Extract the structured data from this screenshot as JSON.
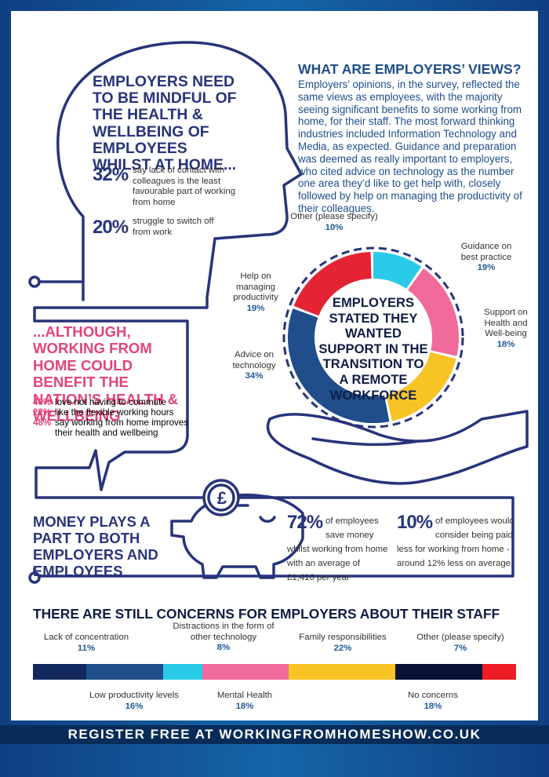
{
  "head_section": {
    "heading": "EMPLOYERS NEED TO BE MINDFUL OF THE HEALTH & WELLBEING OF EMPLOYEES WHILST AT HOME...",
    "stat1_pct": "32%",
    "stat1_text": "say lack of contact with colleagues is the least favourable part of working from home",
    "stat2_pct": "20%",
    "stat2_text": "struggle to switch off from work"
  },
  "views": {
    "heading": "WHAT ARE EMPLOYERS’ VIEWS?",
    "body": "Employers’ opinions, in the survey, reflected the same views as employees, with the majority seeing significant benefits to some working from home, for their staff. The most forward thinking industries included Information Technology and Media, as expected. Guidance and preparation was deemed as really important to employers, who cited advice on technology as the number one area they’d like to get help with, closely followed by help on managing the productivity of their colleagues."
  },
  "health": {
    "heading": "...ALTHOUGH, WORKING FROM HOME COULD BENEFIT THE NATION’S HEALTH & WELLBEING",
    "items": [
      {
        "pct": "40%",
        "text": "love not having to commute"
      },
      {
        "pct": "22%",
        "text": "like the flexible working hours"
      },
      {
        "pct": "48%",
        "text": "say working from home improves their health and wellbeing"
      }
    ]
  },
  "donut": {
    "center_text": "EMPLOYERS STATED THEY WANTED SUPPORT IN THE TRANSITION TO A REMOTE WORKFORCE",
    "labels": [
      {
        "label": "Other (please specify)",
        "pct": "10%"
      },
      {
        "label": "Guidance on best practice",
        "pct": "19%"
      },
      {
        "label": "Support on Health and Well-being",
        "pct": "18%"
      },
      {
        "label": "Advice on technology",
        "pct": "34%"
      },
      {
        "label": "Help on managing productivity",
        "pct": "19%"
      }
    ]
  },
  "chart_data": [
    {
      "type": "pie",
      "title": "",
      "categories": [
        "Other (please specify)",
        "Guidance on best practice",
        "Support on Health and Well-being",
        "Advice on technology",
        "Help on managing productivity"
      ],
      "values": [
        10,
        19,
        18,
        34,
        19
      ],
      "colors": [
        "#29cbe8",
        "#f06b9c",
        "#f7c325",
        "#1f4e8a",
        "#e42335"
      ]
    },
    {
      "type": "bar",
      "stacked": true,
      "title": "THERE ARE STILL CONCERNS FOR EMPLOYERS ABOUT THEIR STAFF",
      "categories": [
        "Lack of concentration",
        "Low productivity levels",
        "Distractions in the form of other technology",
        "Mental Health",
        "Family responsibilities",
        "No concerns",
        "Other (please specify)"
      ],
      "values": [
        11,
        16,
        8,
        18,
        22,
        18,
        7
      ],
      "colors": [
        "#12295e",
        "#1f4e8a",
        "#29cbe8",
        "#f06b9c",
        "#f7c325",
        "#0a1236",
        "#ee1c25"
      ]
    }
  ],
  "money": {
    "heading": "MONEY PLAYS A PART TO BOTH EMPLOYERS AND EMPLOYEES",
    "stat1_pct": "72%",
    "stat1_text": "of employees save money whilst working from home with an average of £1,416 per year",
    "stat2_pct": "10%",
    "stat2_text": "of employees would consider being paid less for working from home - around 12% less on average",
    "coin_symbol": "£"
  },
  "concerns": {
    "heading": "THERE ARE STILL CONCERNS FOR EMPLOYERS ABOUT THEIR STAFF",
    "top_labels": [
      {
        "label": "Lack of concentration",
        "pct": "11%"
      },
      {
        "label": "Distractions in the form of other technology",
        "pct": "8%"
      },
      {
        "label": "Family responsibilities",
        "pct": "22%"
      },
      {
        "label": "Other (please specify)",
        "pct": "7%"
      }
    ],
    "bottom_labels": [
      {
        "label": "Low productivity levels",
        "pct": "16%"
      },
      {
        "label": "Mental Health",
        "pct": "18%"
      },
      {
        "label": "No concerns",
        "pct": "18%"
      }
    ]
  },
  "footer": {
    "cta": "REGISTER FREE AT WORKINGFROMHOMESHOW.CO.UK"
  }
}
